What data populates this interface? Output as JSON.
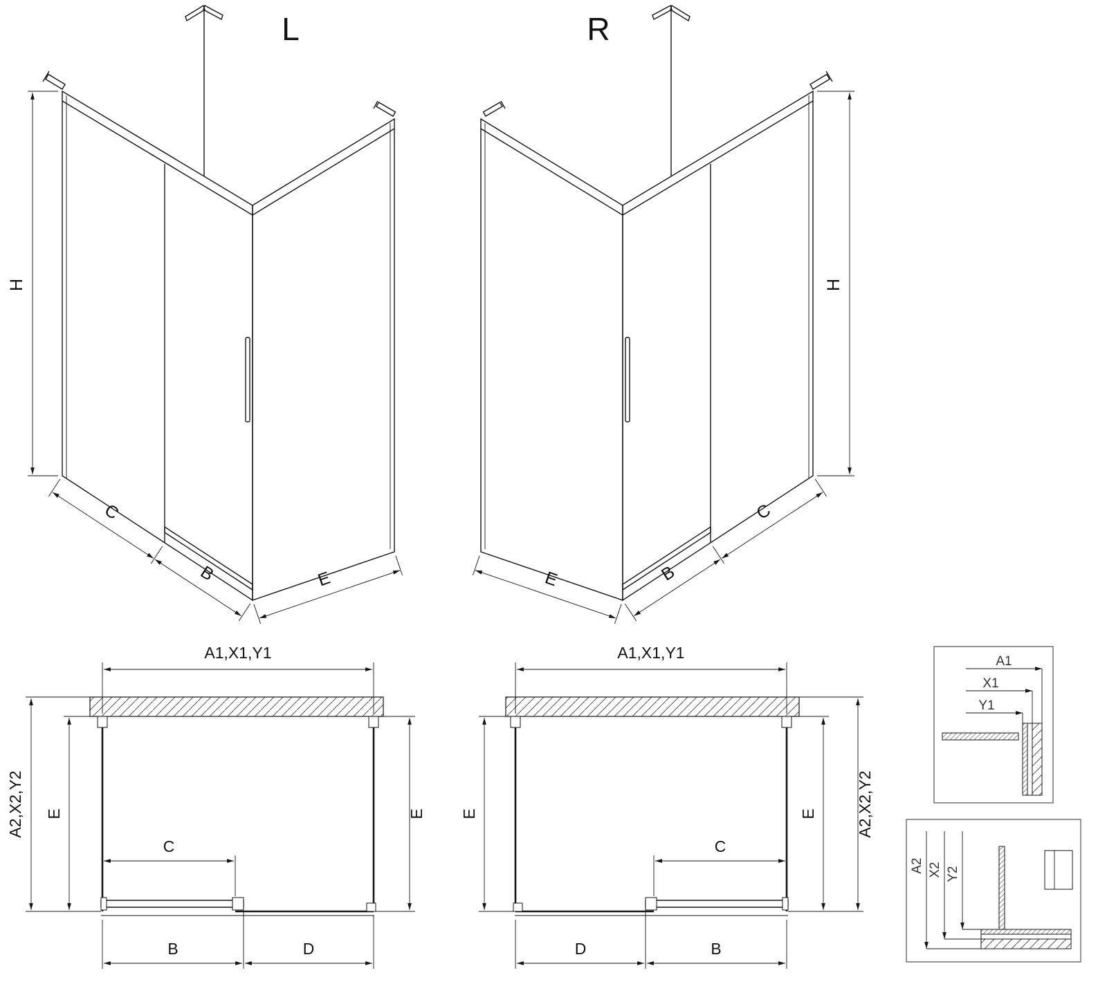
{
  "drawing": {
    "iso_left": {
      "variant": "L",
      "h": "H",
      "c": "C",
      "b": "B",
      "e": "E"
    },
    "iso_right": {
      "variant": "R",
      "h": "H",
      "c": "C",
      "b": "B",
      "e": "E"
    },
    "plan_left": {
      "top": "A1,X1,Y1",
      "side": "A2,X2,Y2",
      "e_left": "E",
      "e_right": "E",
      "c": "C",
      "b": "B",
      "d": "D"
    },
    "plan_right": {
      "top": "A1,X1,Y1",
      "side": "A2,X2,Y2",
      "e_left": "E",
      "e_right": "E",
      "c": "C",
      "b": "B",
      "d": "D"
    },
    "detail_top": {
      "a1": "A1",
      "x1": "X1",
      "y1": "Y1"
    },
    "detail_bottom": {
      "a2": "A2",
      "x2": "X2",
      "y2": "Y2"
    }
  }
}
